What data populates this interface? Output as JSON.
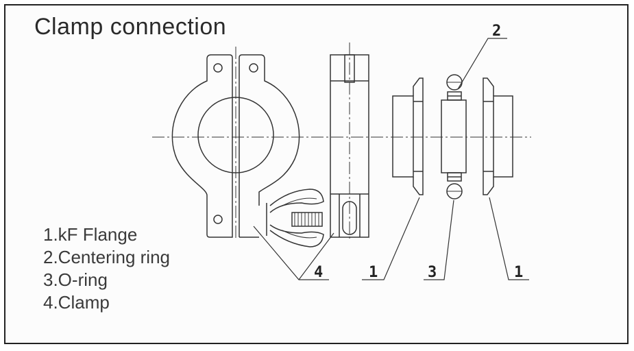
{
  "title": "Clamp connection",
  "legend": [
    "1.kF Flange",
    "2.Centering ring",
    "3.O-ring",
    "4.Clamp"
  ],
  "callouts": {
    "clamp": "4",
    "flange_left": "1",
    "oring": "3",
    "flange_right": "1",
    "centering_ring": "2"
  },
  "colors": {
    "line": "#333333",
    "background": "#fcfcfc"
  }
}
